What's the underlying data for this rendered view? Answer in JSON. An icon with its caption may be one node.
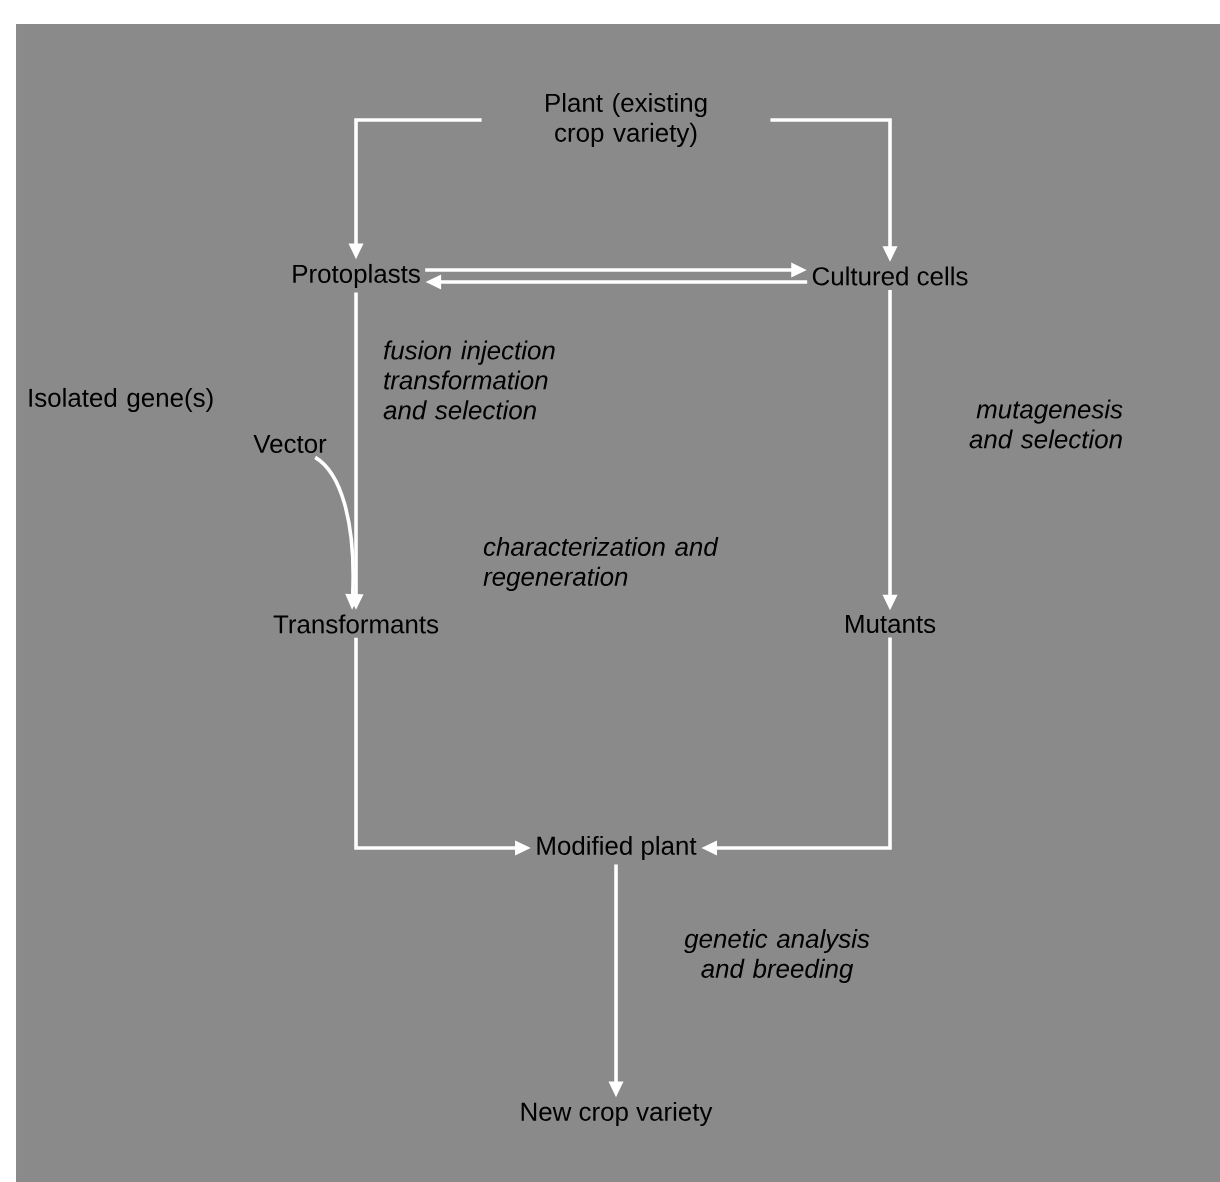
{
  "diagram": {
    "nodes": [
      {
        "text": [
          "Plant (existing crop variety)"
        ]
      },
      {
        "text": [
          "Protoplasts"
        ]
      },
      {
        "text": [
          "Cultured cells"
        ]
      },
      {
        "text": [
          "Vector"
        ]
      },
      {
        "text": [
          "Transformants"
        ]
      },
      {
        "text": [
          "Mutants"
        ]
      },
      {
        "text": [
          "Modified plant"
        ]
      },
      {
        "text": [
          "New crop variety"
        ]
      }
    ],
    "edges": [
      {
        "from": 0,
        "to": 1,
        "arrow": "to"
      },
      {
        "from": 0,
        "to": 2,
        "arrow": "to"
      },
      {
        "from": 1,
        "to": 2,
        "arrow": "to"
      },
      {
        "from": 2,
        "to": 1,
        "arrow": "to"
      },
      {
        "from": 1,
        "to": 4,
        "arrow": "to",
        "label": "fusion injection transformation and selection"
      },
      {
        "from": 3,
        "to": 4,
        "arrow": "to"
      },
      {
        "from": 2,
        "to": 5,
        "arrow": "to",
        "label": "mutagenesis and selection"
      },
      {
        "from": 4,
        "to": 6,
        "arrow": "to"
      },
      {
        "from": 5,
        "to": 6,
        "arrow": "to"
      },
      {
        "from": 6,
        "to": 7,
        "arrow": "to",
        "label": "genetic analysis and breeding"
      }
    ],
    "labels": [
      "Isolated gene(s)",
      "characterization and regeneration"
    ]
  }
}
